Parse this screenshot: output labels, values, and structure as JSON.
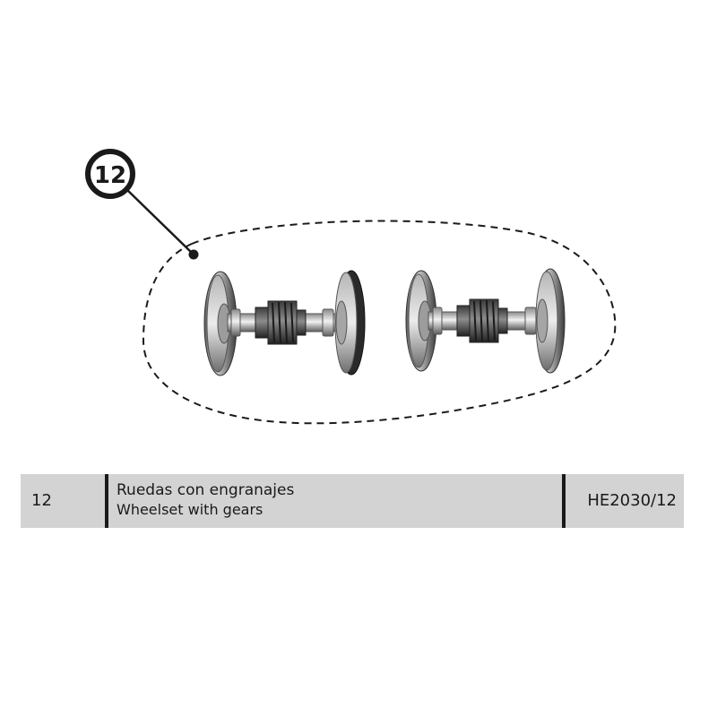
{
  "callout": {
    "number": "12"
  },
  "illustration": {
    "items": [
      "wheelset-left",
      "wheelset-right"
    ]
  },
  "parts_table": {
    "rows": [
      {
        "number": "12",
        "description_es": "Ruedas con engranajes",
        "description_en": "Wheelset with gears",
        "code": "HE2030/12"
      }
    ]
  },
  "colors": {
    "row_background": "#d3d3d3",
    "divider": "#1a1a1a",
    "outline": "#1a1a1a"
  }
}
